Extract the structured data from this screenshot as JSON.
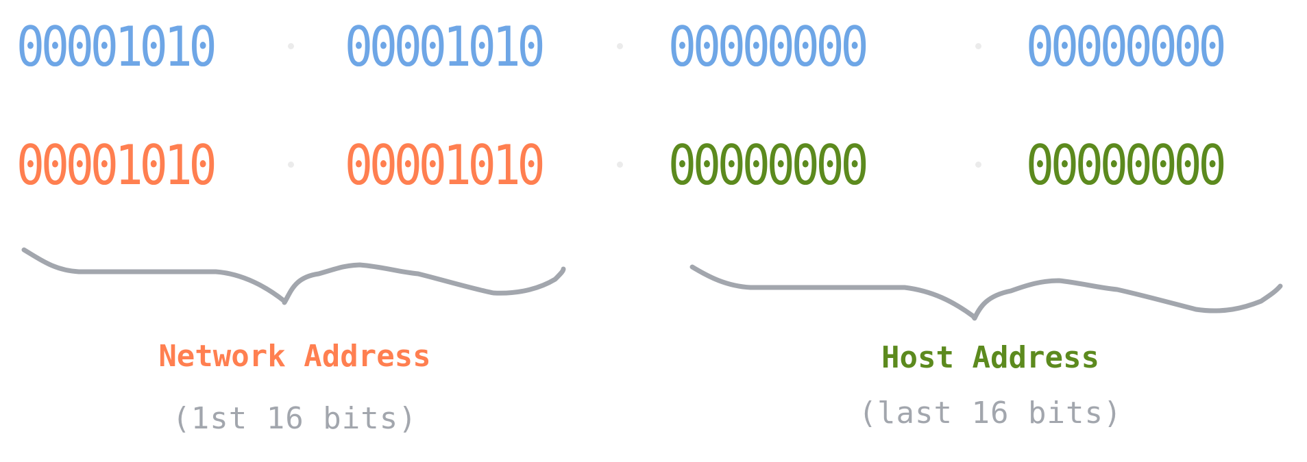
{
  "colors": {
    "blue": "#6ea6e6",
    "orange": "#ff7f50",
    "green": "#5c8a1e",
    "gray": "#a2a6ad",
    "dot": "#ebebeb"
  },
  "rows": [
    {
      "octets": [
        "00001010",
        "00001010",
        "00000000",
        "00000000"
      ]
    },
    {
      "octets": [
        "00001010",
        "00001010",
        "00000000",
        "00000000"
      ]
    }
  ],
  "network": {
    "title": "Network Address",
    "subtitle": "(1st 16 bits)"
  },
  "host": {
    "title": "Host Address",
    "subtitle": "(last 16 bits)"
  }
}
